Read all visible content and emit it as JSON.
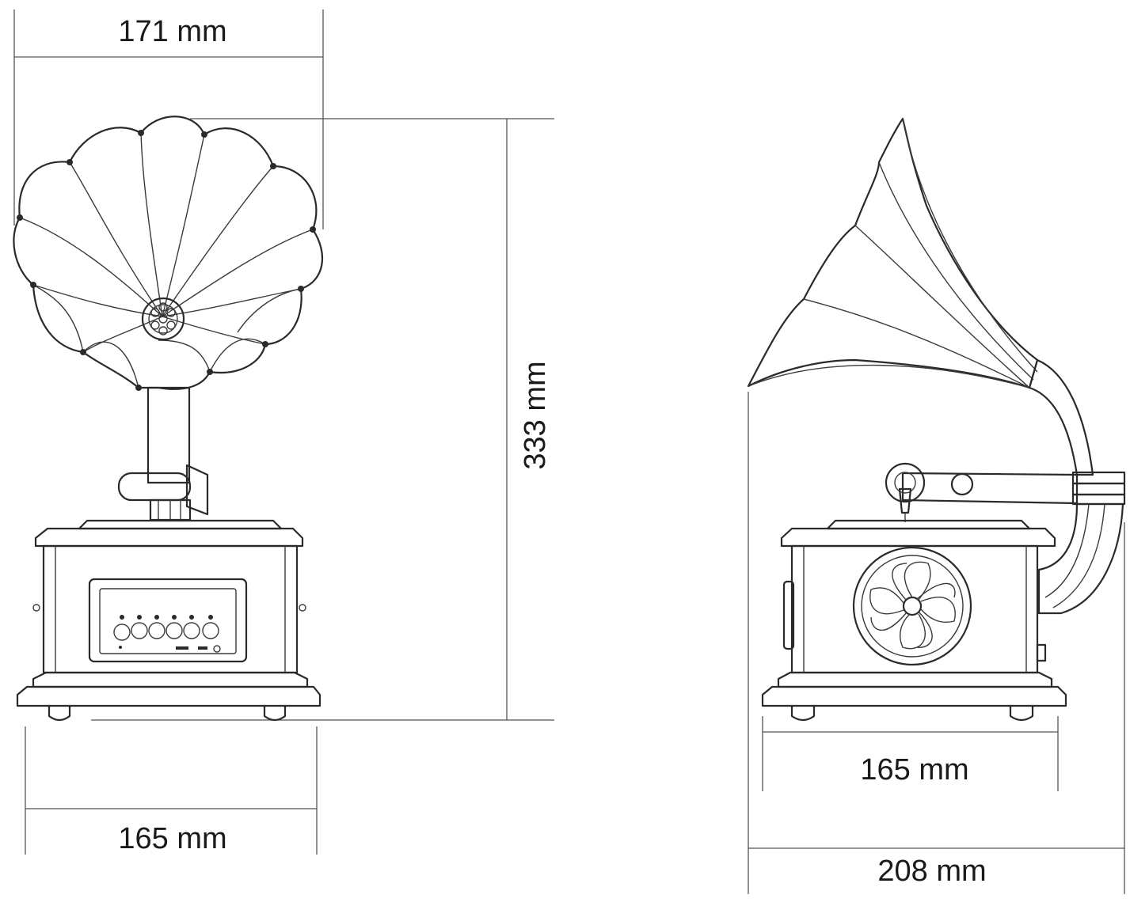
{
  "dimensions": {
    "front_horn_width": "171 mm",
    "overall_height": "333 mm",
    "front_base_width": "165 mm",
    "side_base_depth": "165 mm",
    "side_overall_depth": "208 mm"
  }
}
